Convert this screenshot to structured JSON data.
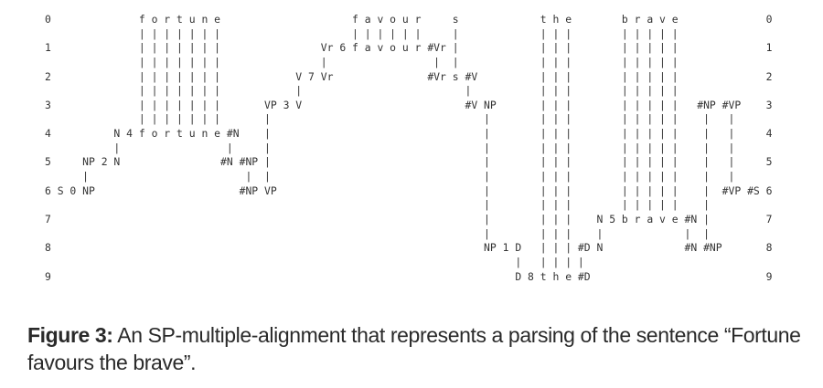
{
  "alignment": {
    "lines": [
      "0              f o r t u n e                     f a v o u r     s             t h e        b r a v e              0",
      "               | | | | | | |                     | | | | | |     |             | | |        | | | | |",
      "1              | | | | | | |                Vr 6 f a v o u r #Vr |             | | |        | | | | |              1",
      "               | | | | | | |                |                 |  |             | | |        | | | | |",
      "2              | | | | | | |            V 7 Vr               #Vr s #V          | | |        | | | | |              2",
      "               | | | | | | |            |                          |           | | |        | | | | |",
      "3              | | | | | | |       VP 3 V                          #V NP       | | |        | | | | |   #NP #VP    3",
      "               | | | | | | |       |                                  |        | | |        | | | | |    |   |",
      "4          N 4 f o r t u n e #N    |                                  |        | | |        | | | | |    |   |     4",
      "           |                 |     |                                  |        | | |        | | | | |    |   |",
      "5     NP 2 N                #N #NP |                                  |        | | |        | | | | |    |   |     5",
      "      |                         |  |                                  |        | | |        | | | | |    |   |",
      "6 S 0 NP                       #NP VP                                 |        | | |        | | | | |    |  #VP #S 6",
      "                                                                      |        | | |        | | | | |    |",
      "7                                                                     |        | | |    N 5 b r a v e #N |         7",
      "                                                                      |        | | |    |             |  |",
      "8                                                                     NP 1 D   | | | #D N             #N #NP       8",
      "                                                                           |   | | | |",
      "9                                                                          D 8 t h e #D                            9"
    ]
  },
  "caption": {
    "label": "Figure 3:",
    "text": " An SP-multiple-alignment that represents a parsing of the sentence “Fortune favours the brave”."
  }
}
